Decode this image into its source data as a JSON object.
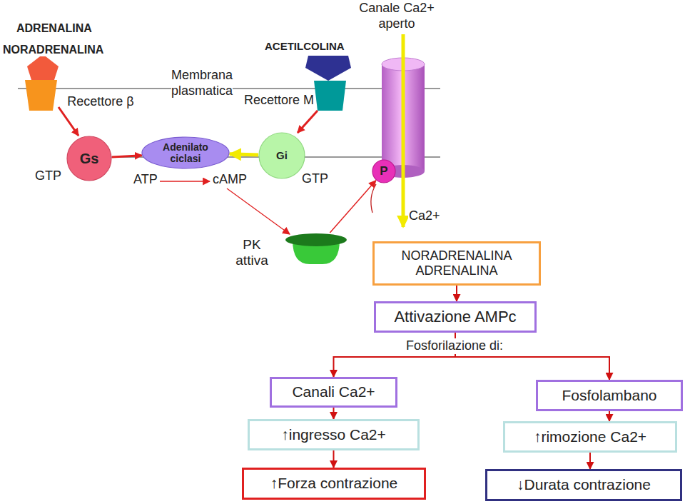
{
  "diagram": {
    "nodes": [
      {
        "text": [
          "Gs"
        ]
      },
      {
        "text": [
          "Adenilato ciclasi"
        ]
      },
      {
        "text": [
          "Gi"
        ]
      },
      {
        "text": [
          "P"
        ]
      },
      {
        "text": [
          "PK attiva"
        ]
      },
      {
        "text": [
          "NORADRENALINA ADRENALINA"
        ]
      },
      {
        "text": [
          "Attivazione AMPc"
        ]
      },
      {
        "text": [
          "Canali Ca2+"
        ]
      },
      {
        "text": [
          "Fosfolambano"
        ]
      },
      {
        "text": [
          "↑ingresso Ca2+"
        ]
      },
      {
        "text": [
          "↑rimozione Ca2+"
        ]
      },
      {
        "text": [
          "↑Forza contrazione"
        ]
      },
      {
        "text": [
          "↓Durata contrazione"
        ]
      }
    ],
    "edges": [
      {
        "from": 0,
        "to": 1,
        "arrow": "to"
      },
      {
        "from": 2,
        "to": 1,
        "arrow": "to"
      },
      {
        "from": 4,
        "to": 3,
        "arrow": "to"
      },
      {
        "from": 5,
        "to": 6,
        "arrow": "to"
      },
      {
        "from": 6,
        "to": 7,
        "arrow": "to"
      },
      {
        "from": 6,
        "to": 8,
        "arrow": "to"
      },
      {
        "from": 7,
        "to": 9,
        "arrow": "to"
      },
      {
        "from": 8,
        "to": 10,
        "arrow": "to"
      },
      {
        "from": 9,
        "to": 11,
        "arrow": "to"
      },
      {
        "from": 10,
        "to": 12,
        "arrow": "to"
      }
    ],
    "labels": [
      "ADRENALINA",
      "NORADRENALINA",
      "Membrana plasmatica",
      "Recettore β",
      "ACETILCOLINA",
      "Recettore M",
      "Canale Ca2+ aperto",
      "GTP",
      "ATP",
      "cAMP",
      "GTP",
      "Ca2+",
      "Fosforilazione di:"
    ]
  }
}
